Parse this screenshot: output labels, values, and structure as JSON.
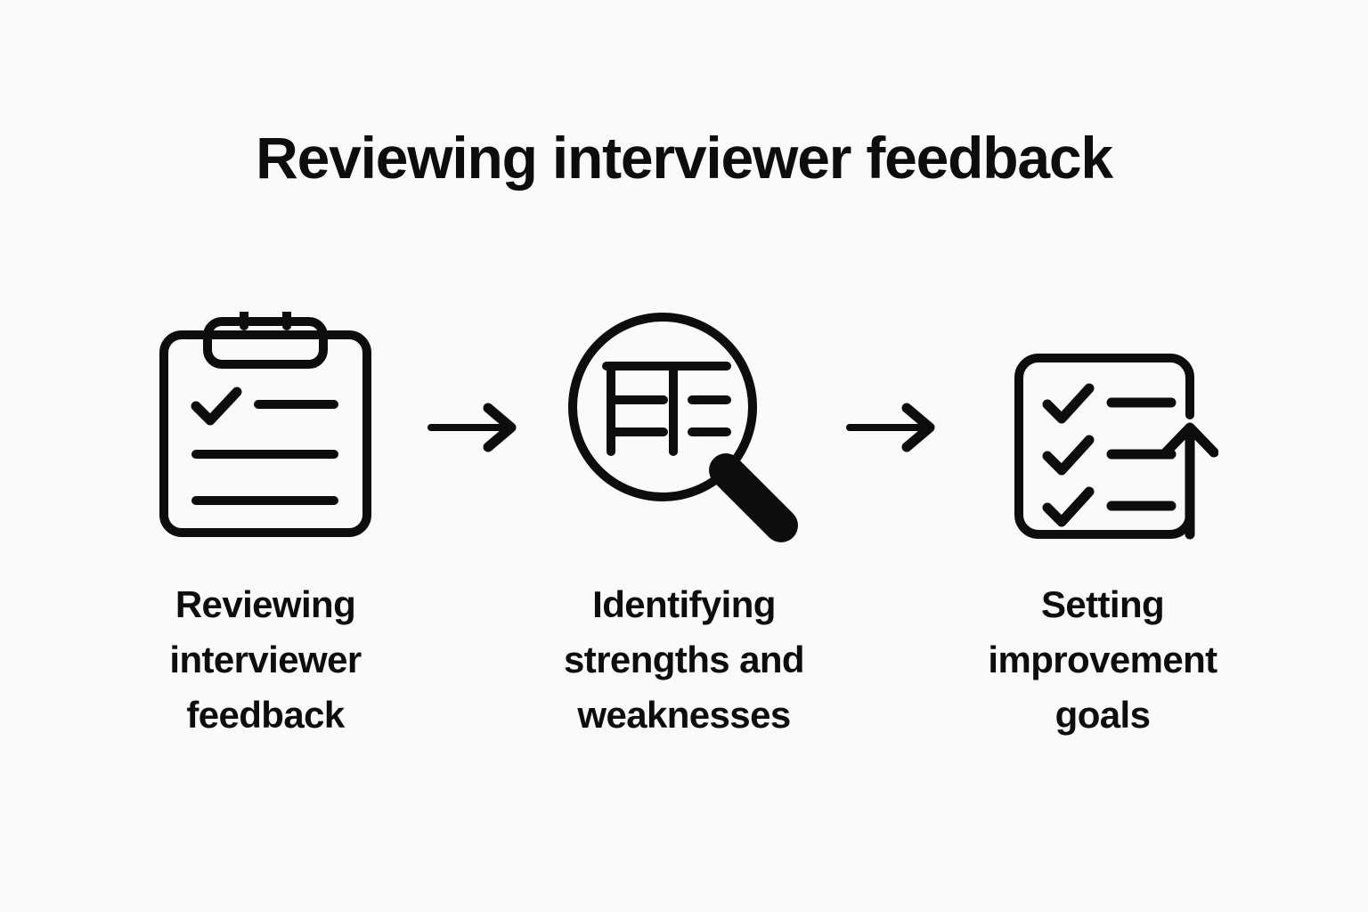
{
  "page": {
    "title": "Reviewing interviewer feedback",
    "background_color": "#fafafa",
    "ink_color": "#0d0d0d"
  },
  "steps": [
    {
      "caption": "Reviewing interviewer feedback",
      "icon_name": "clipboard-checklist-icon",
      "icon_description": "Clipboard with clip at top, one checkmark row and three ruled lines"
    },
    {
      "caption": "Identifying strengths and weaknesses",
      "icon_name": "magnifying-glass-icon",
      "icon_description": "Magnifying glass with abstract FTE text glyph inside the lens"
    },
    {
      "caption": "Setting improvement goals",
      "icon_name": "checklist-document-growth-icon",
      "icon_description": "Document with three checkmark rows and an upward arrow on the right edge"
    }
  ],
  "connectors": [
    {
      "name": "arrow-right-1",
      "symbol": "arrow-right"
    },
    {
      "name": "arrow-right-2",
      "symbol": "arrow-right"
    }
  ]
}
